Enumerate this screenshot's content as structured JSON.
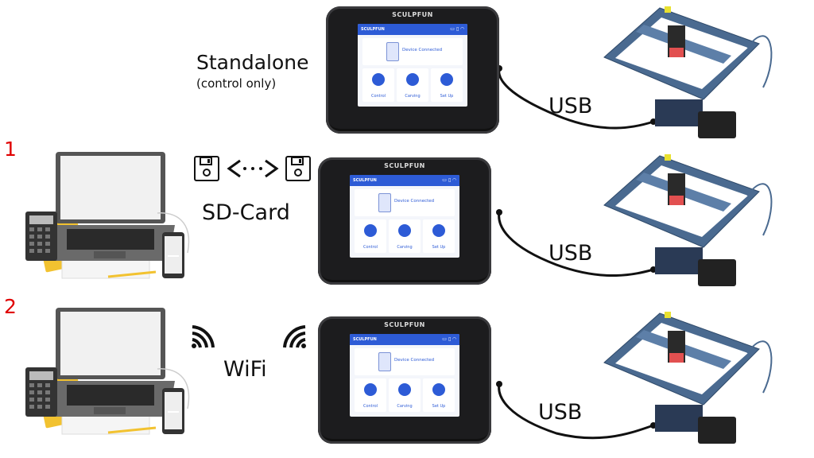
{
  "rows": [
    {
      "number": "",
      "label": "Standalone",
      "sublabel": "(control only)",
      "cable": "USB"
    },
    {
      "number": "1",
      "label": "SD-Card",
      "sublabel": "",
      "cable": "USB"
    },
    {
      "number": "2",
      "label": "WiFi",
      "sublabel": "",
      "cable": "USB"
    }
  ],
  "device": {
    "brand": "SCULPFUN",
    "bar_title": "SCULPFUN",
    "status": "Device Connected",
    "buttons": [
      "Control",
      "Carving",
      "Set Up"
    ]
  },
  "colors": {
    "number": "#e00000",
    "screen_accent": "#2d5bd6",
    "tablet_body": "#1c1c1e",
    "engraver_frame": "#4a6a90"
  },
  "icons": [
    "laptop-icon",
    "calculator-icon",
    "smartphone-icon",
    "floppy-disk-icon",
    "transfer-arrows-icon",
    "wifi-signal-icon",
    "laser-engraver-icon"
  ]
}
